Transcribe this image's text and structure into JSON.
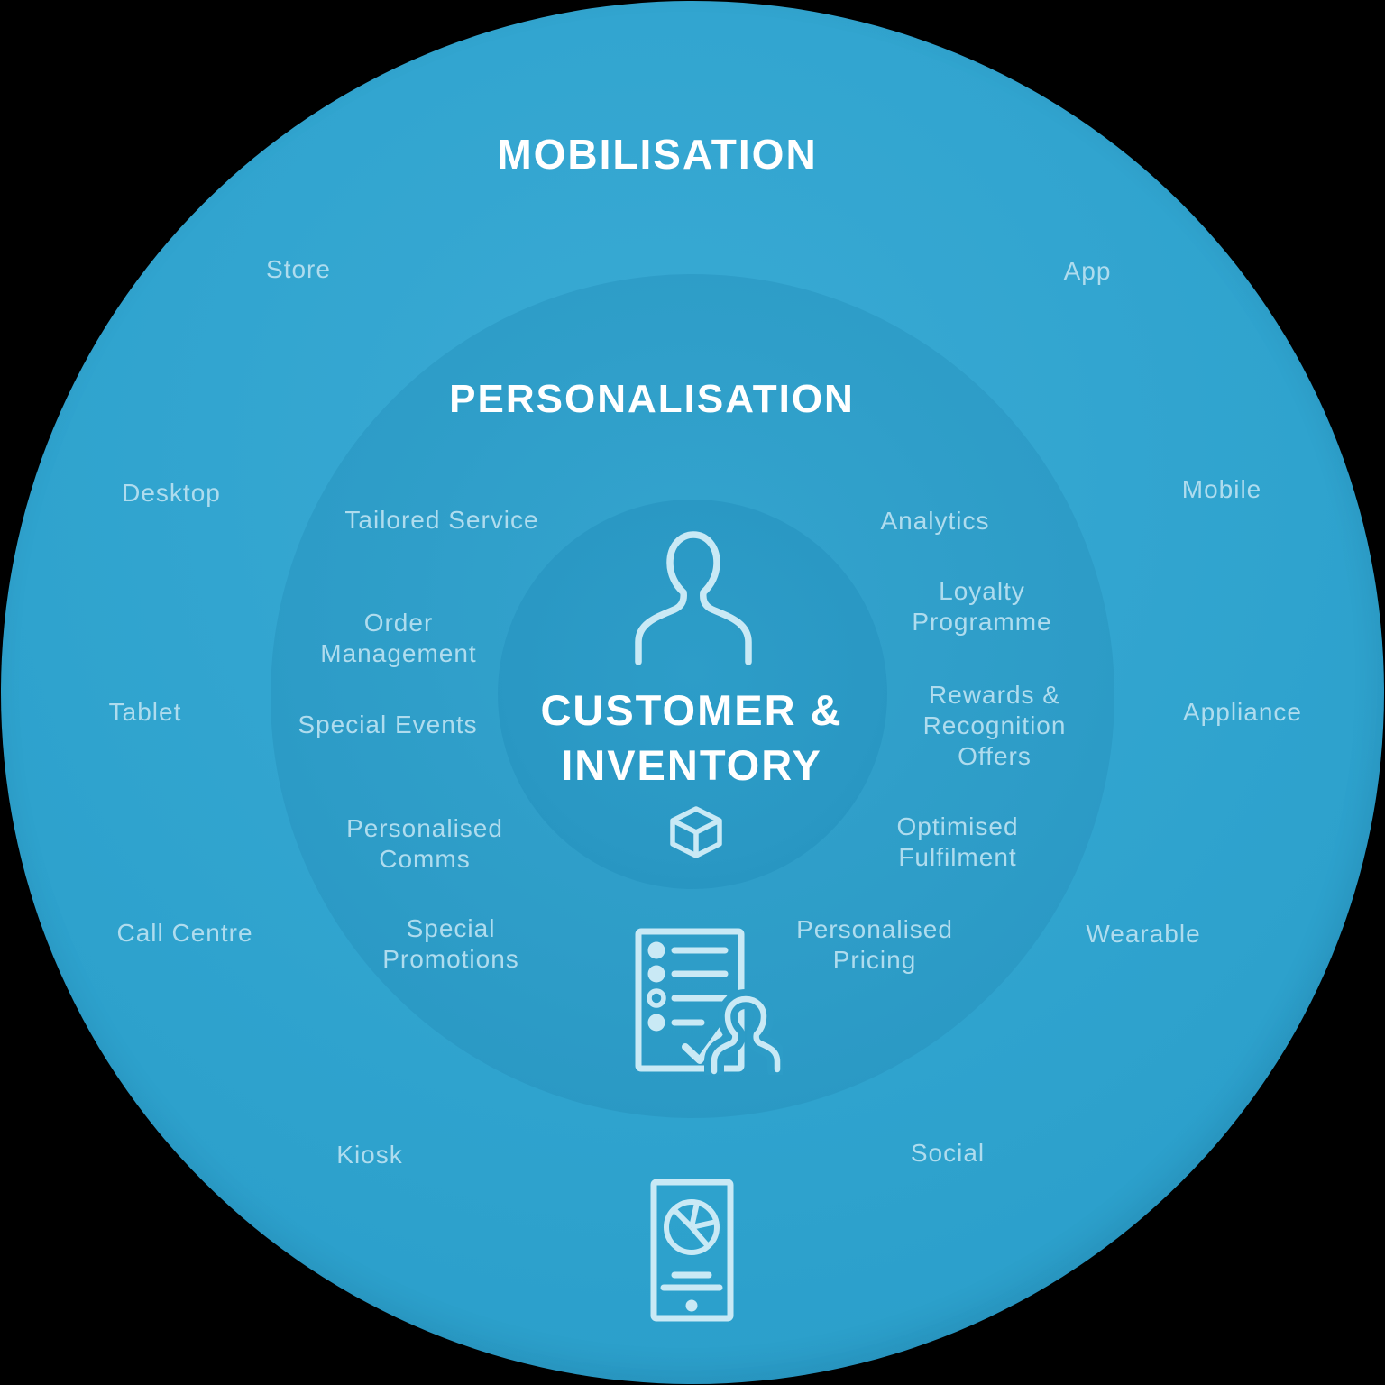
{
  "rings": {
    "outer": {
      "title": "MOBILISATION"
    },
    "middle": {
      "title": "PERSONALISATION"
    },
    "inner": {
      "title": "CUSTOMER & INVENTORY"
    }
  },
  "labels": {
    "store": "Store",
    "app": "App",
    "desktop": "Desktop",
    "mobile": "Mobile",
    "tablet": "Tablet",
    "appliance": "Appliance",
    "call_centre": "Call Centre",
    "wearable": "Wearable",
    "kiosk": "Kiosk",
    "social": "Social",
    "tailored_service": "Tailored Service",
    "analytics": "Analytics",
    "order_management": "Order Management",
    "loyalty_programme": "Loyalty Programme",
    "special_events": "Special Events",
    "rewards_recognition_offers": "Rewards & Recognition Offers",
    "personalised_comms": "Personalised Comms",
    "optimised_fulfilment": "Optimised Fulfilment",
    "special_promotions": "Special Promotions",
    "personalised_pricing": "Personalised Pricing"
  },
  "icons": {
    "person": "customer silhouette",
    "cube": "inventory box",
    "checklist_person": "personalised checklist with customer",
    "phone_analytics": "mobile device with pie chart"
  },
  "colors": {
    "background": "#000000",
    "outer_ring": "#2FA3CE",
    "middle_ring": "#2D9CC7",
    "inner_circle": "#2A98C4",
    "title_text": "#FFFFFF",
    "label_text": "#AFDCEE",
    "icon_stroke": "#C9E9F5"
  }
}
